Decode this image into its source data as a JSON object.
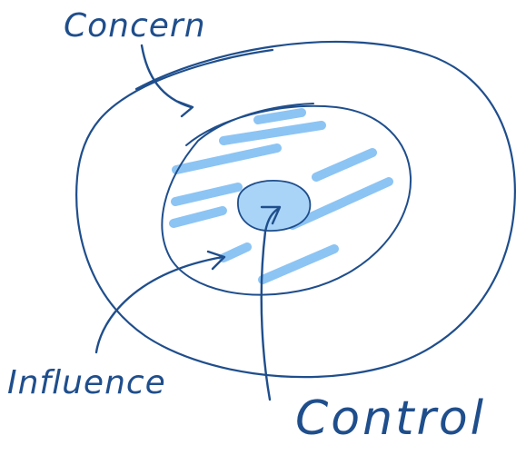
{
  "labels": {
    "concern": "Concern",
    "influence": "Influence",
    "control": "Control"
  },
  "colors": {
    "ink": "#1f4e8c",
    "hatch": "#8cc4f4",
    "control_fill": "#a9d4f7",
    "background": "#ffffff"
  }
}
